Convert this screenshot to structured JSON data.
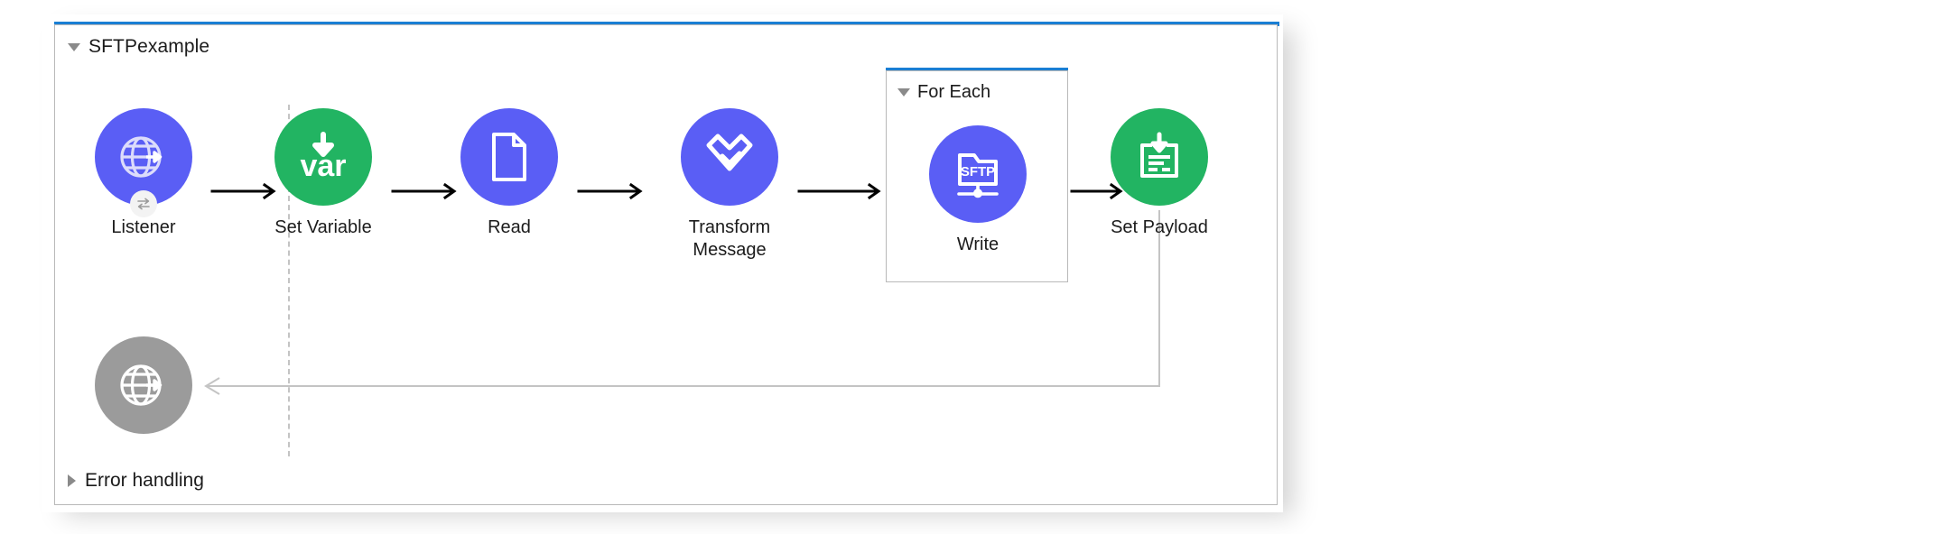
{
  "flow": {
    "title": "SFTPexample",
    "collapse_icon": "triangle-down-icon",
    "accent_color": "#1a7fd4",
    "border_color": "#b9b9b9"
  },
  "error_handling": {
    "label": "Error handling",
    "expand_icon": "triangle-right-icon"
  },
  "palette": {
    "purple": "#5a5ef5",
    "green": "#22b462",
    "gray": "#9b9b9b",
    "blue_accent": "#1a7fd4",
    "connector": "#000000",
    "return_connector": "#c4c4c4",
    "divider": "#c4c4c4"
  },
  "nodes": [
    {
      "id": "listener",
      "label": "Listener",
      "icon": "globe-arrow-icon",
      "color": "purple",
      "badge": "request-reply-icon"
    },
    {
      "id": "set-variable",
      "label": "Set Variable",
      "icon": "var-down-arrow-icon",
      "icon_text": "var",
      "color": "green",
      "badge": null
    },
    {
      "id": "read",
      "label": "Read",
      "icon": "document-icon",
      "color": "purple",
      "badge": null
    },
    {
      "id": "transform-message",
      "label": "Transform\nMessage",
      "icon": "dataweave-icon",
      "color": "purple",
      "badge": null
    },
    {
      "id": "write",
      "label": "Write",
      "icon": "sftp-folder-icon",
      "icon_text": "SFTP",
      "color": "purple",
      "badge": null
    },
    {
      "id": "set-payload",
      "label": "Set Payload",
      "icon": "set-payload-icon",
      "color": "green",
      "badge": null
    },
    {
      "id": "response-listener",
      "label": "",
      "icon": "globe-arrow-icon",
      "color": "gray",
      "badge": null
    }
  ],
  "scope": {
    "id": "for-each",
    "title": "For Each",
    "collapse_icon": "triangle-down-icon"
  },
  "connectors": [
    {
      "from": "listener",
      "to": "set-variable",
      "style": "arrow-right"
    },
    {
      "from": "set-variable",
      "to": "read",
      "style": "arrow-right"
    },
    {
      "from": "read",
      "to": "transform-message",
      "style": "arrow-right"
    },
    {
      "from": "transform-message",
      "to": "for-each",
      "style": "arrow-right"
    },
    {
      "from": "for-each",
      "to": "set-payload",
      "style": "arrow-right"
    },
    {
      "from": "set-payload",
      "to": "response-listener",
      "style": "return-path-left"
    }
  ]
}
